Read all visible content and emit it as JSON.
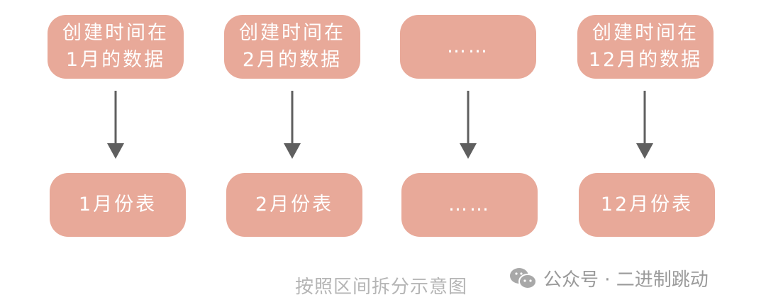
{
  "colors": {
    "box": "#e8a999",
    "arrow": "#5f5f5f",
    "caption": "#b5b5b5"
  },
  "columns": [
    {
      "source_line1": "创建时间在",
      "source_line2": "1月的数据",
      "target": "1月份表"
    },
    {
      "source_line1": "创建时间在",
      "source_line2": "2月的数据",
      "target": "2月份表"
    },
    {
      "source_line1": "……",
      "source_line2": "",
      "target": "……"
    },
    {
      "source_line1": "创建时间在",
      "source_line2": "12月的数据",
      "target": "12月份表"
    }
  ],
  "caption": "按照区间拆分示意图",
  "watermark": {
    "icon": "wechat-icon",
    "text": "公众号 · 二进制跳动"
  }
}
